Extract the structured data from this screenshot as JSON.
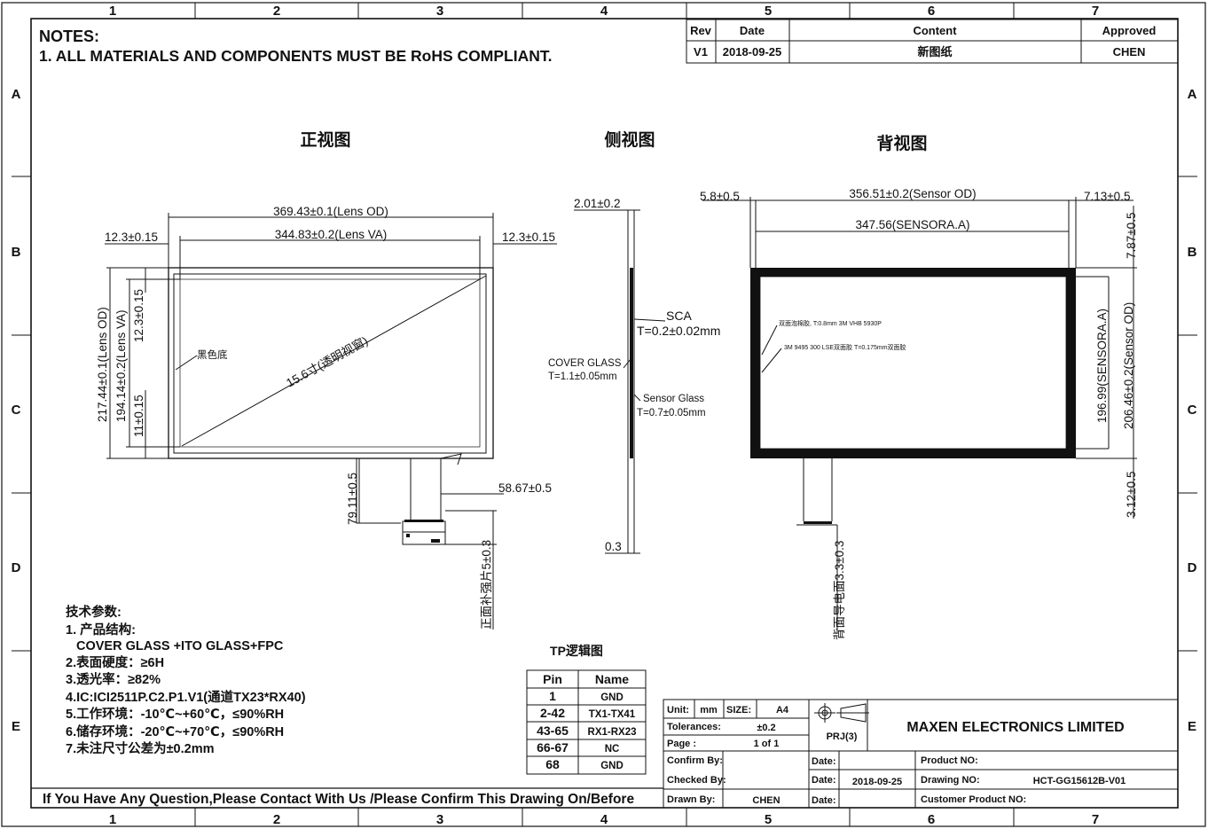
{
  "grid": {
    "columns": [
      "1",
      "2",
      "3",
      "4",
      "5",
      "6",
      "7"
    ],
    "rows": [
      "A",
      "B",
      "C",
      "D",
      "E"
    ]
  },
  "notes": {
    "title": "NOTES:",
    "line1": "1. ALL MATERIALS AND COMPONENTS MUST BE RoHS COMPLIANT."
  },
  "revision": {
    "headers": [
      "Rev",
      "Date",
      "Content",
      "Approved"
    ],
    "row": [
      "V1",
      "2018-09-25",
      "新图纸",
      "CHEN"
    ]
  },
  "views": {
    "front": "正视图",
    "side": "侧视图",
    "back": "背视图"
  },
  "front": {
    "lens_od": "369.43±0.1(Lens OD)",
    "lens_va": "344.83±0.2(Lens  VA)",
    "margin_left": "12.3±0.15",
    "margin_right": "12.3±0.15",
    "height_od": "217.44±0.1(Lens OD)",
    "height_va": "194.14±0.2(Lens VA)",
    "margin_top": "12.3±0.15",
    "margin_bottom": "11±0.15",
    "black_border": "黑色底",
    "diagonal": "15.6寸(透明视窗)",
    "fpc_length": "79.11±0.5",
    "fpc_offset": "58.67±0.5",
    "stiffener": "正面补强片5±0.3"
  },
  "side": {
    "total": "2.01±0.2",
    "sca": "SCA",
    "sca_t": "T=0.2±0.02mm",
    "cover": "COVER GLASS",
    "cover_t": "T=1.1±0.05mm",
    "sensor": "Sensor Glass",
    "sensor_t": "T=0.7±0.05mm",
    "fpc": "0.3"
  },
  "back": {
    "left_margin": "5.8±0.5",
    "sensor_od": "356.51±0.2(Sensor OD)",
    "right_margin": "7.13±0.5",
    "sensor_aa": "347.56(SENSORA.A)",
    "top_margin": "7.87±0.5",
    "height_aa": "196.99(SENSORA.A)",
    "height_od": "206.46±0.2(Sensor OD)",
    "bottom_margin": "3.12±0.5",
    "tape1": "双面泡棉胶, T:0.8mm    3M VHB 5930P",
    "tape2": "3M 9495 300 LSE双面胶    T=0.175mm双面胶",
    "conductive": "背面导电面3.3±0.3"
  },
  "specs": {
    "title": "技术参数:",
    "lines": [
      "1. 产品结构:",
      "COVER GLASS +ITO GLASS+FPC",
      "2.表面硬度：≥6H",
      "3.透光率：≥82%",
      "4.IC:ICI2511P.C2.P1.V1(通道TX23*RX40)",
      "5.工作环境：-10℃~+60℃，≤90%RH",
      "6.储存环境：-20℃~+70℃，≤90%RH",
      "7.未注尺寸公差为±0.2mm"
    ]
  },
  "pin_table": {
    "title": "TP逻辑图",
    "headers": [
      "Pin",
      "Name"
    ],
    "rows": [
      [
        "1",
        "GND"
      ],
      [
        "2-42",
        "TX1-TX41"
      ],
      [
        "43-65",
        "RX1-RX23"
      ],
      [
        "66-67",
        "NC"
      ],
      [
        "68",
        "GND"
      ]
    ]
  },
  "title_block": {
    "unit_label": "Unit:",
    "unit": "mm",
    "size_label": "SIZE:",
    "size": "A4",
    "tolerances_label": "Tolerances:",
    "tolerances": "±0.2",
    "page_label": "Page :",
    "page": "1 of 1",
    "projection": "PRJ(3)",
    "company": "MAXEN ELECTRONICS LIMITED",
    "confirm_by": "Confirm By:",
    "checked_by": "Checked By:",
    "drawn_by": "Drawn By:",
    "drawn_name": "CHEN",
    "date_label": "Date:",
    "date_value": "2018-09-25",
    "product_no": "Product NO:",
    "drawing_no_label": "Drawing NO:",
    "drawing_no": "HCT-GG15612B-V01",
    "customer_no": "Customer Product NO:"
  },
  "footer": "If You Have Any Question,Please Contact With Us /Please Confirm This Drawing On/Before"
}
